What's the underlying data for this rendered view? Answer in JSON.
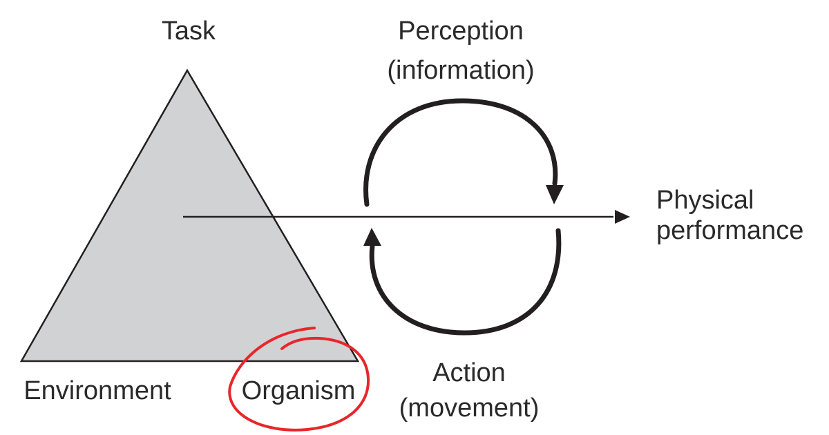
{
  "labels": {
    "task": "Task",
    "environment": "Environment",
    "organism": "Organism",
    "perception_line1": "Perception",
    "perception_line2": "(information)",
    "action_line1": "Action",
    "action_line2": "(movement)",
    "outcome_line1": "Physical",
    "outcome_line2": "performance"
  },
  "colors": {
    "triangle_fill": "#d1d2d4",
    "line": "#231f20",
    "annotation": "#e8262a",
    "background": "#ffffff"
  },
  "annotation": {
    "type": "hand-drawn circle",
    "target": "organism"
  }
}
